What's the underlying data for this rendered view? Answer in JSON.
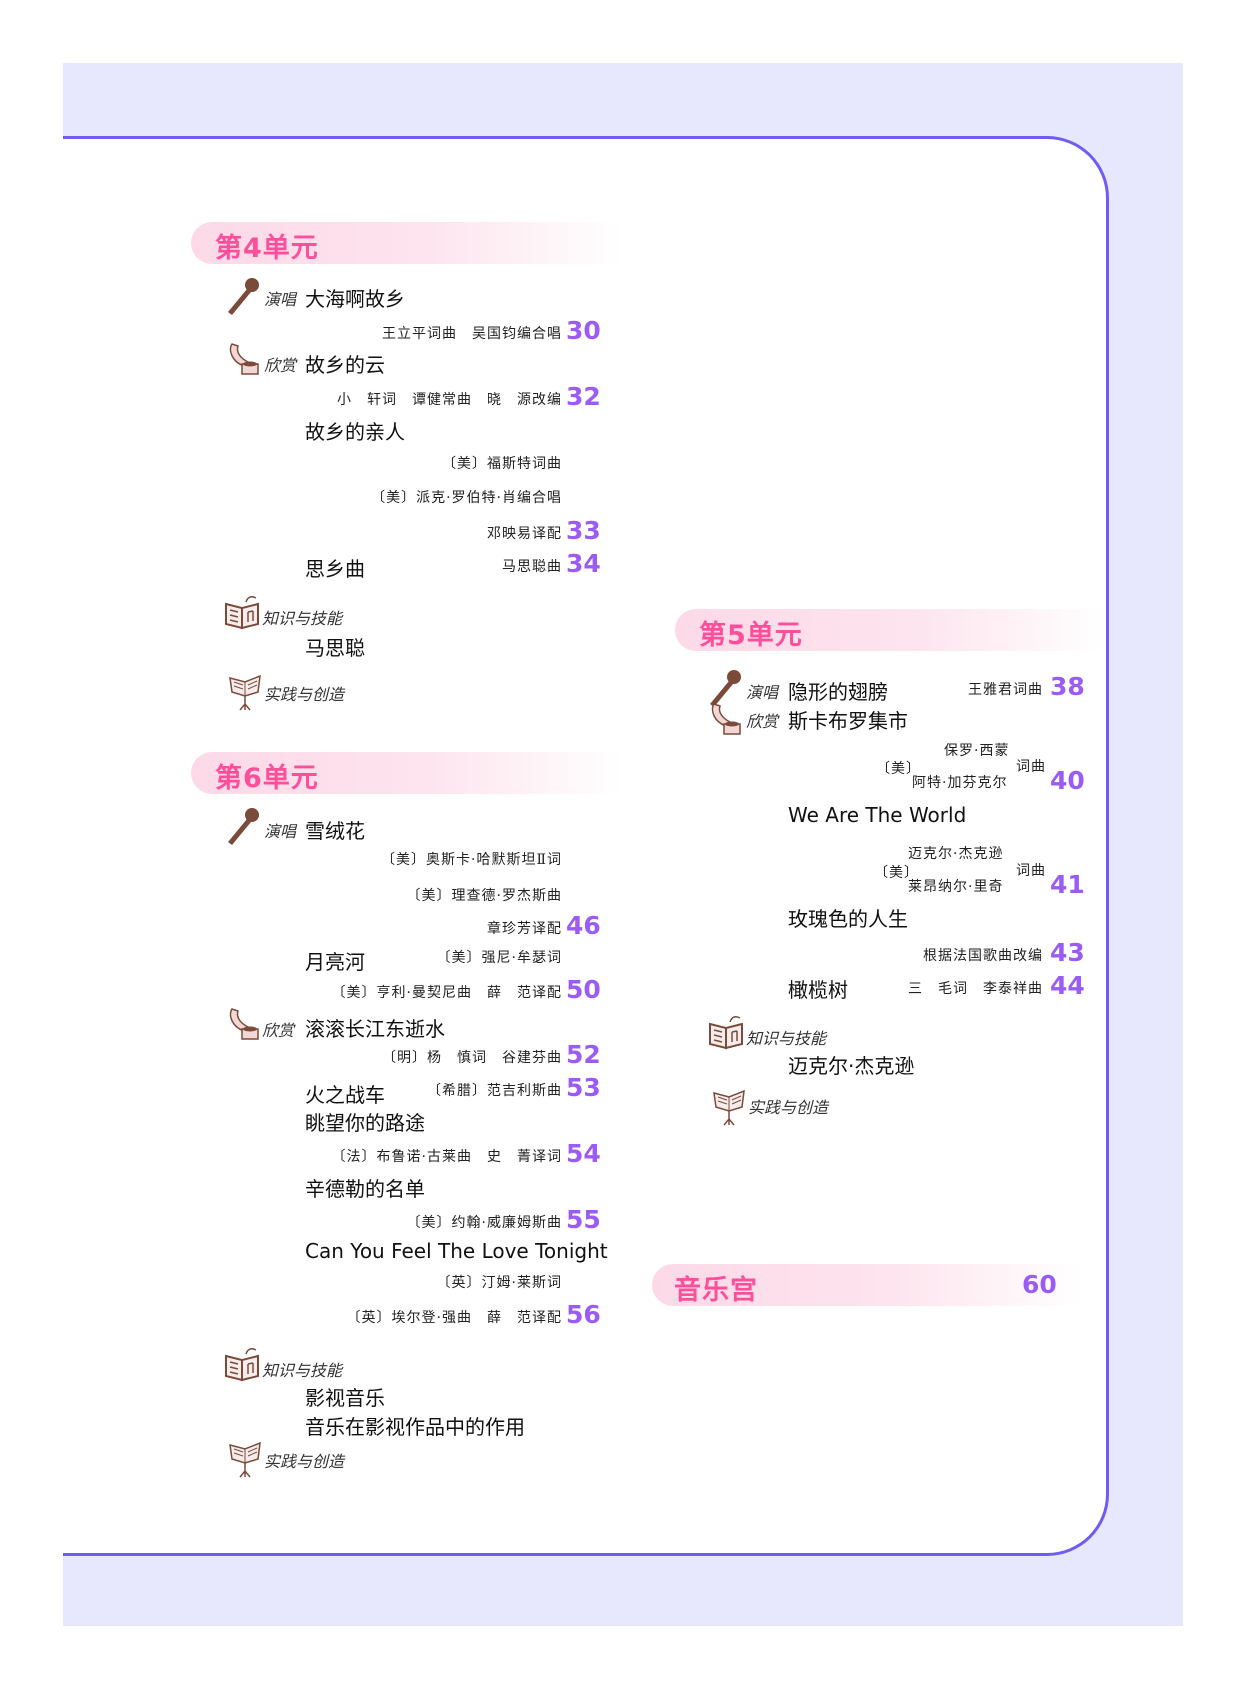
{
  "colors": {
    "accent_border": "#6f5cf2",
    "background": "#e7e7fd",
    "unit_title": "#ff4f9b",
    "page_number": "#9b5cf5",
    "icon_brown": "#7a4b3a"
  },
  "units": [
    {
      "title": "第4单元",
      "items": [
        {
          "category": "演唱",
          "icon": "microphone-icon",
          "song": "大海啊故乡",
          "credits": [
            "王立平词曲　吴国钧编合唱"
          ],
          "page": "30"
        },
        {
          "category": "欣赏",
          "icon": "gramophone-icon",
          "song": "故乡的云",
          "credits": [
            "小　轩词　谭健常曲　晓　源改编"
          ],
          "page": "32"
        },
        {
          "song": "故乡的亲人",
          "credits": [
            "〔美〕福斯特词曲",
            "〔美〕派克·罗伯特·肖编合唱",
            "邓映易译配"
          ],
          "page": "33"
        },
        {
          "song": "思乡曲",
          "credits": [
            "马思聪曲"
          ],
          "page": "34"
        },
        {
          "category": "知识与技能",
          "icon": "book-icon",
          "song": "马思聪"
        },
        {
          "category": "实践与创造",
          "icon": "music-stand-icon"
        }
      ]
    },
    {
      "title": "第6单元",
      "items": [
        {
          "category": "演唱",
          "icon": "microphone-icon",
          "song": "雪绒花",
          "credits": [
            "〔美〕奥斯卡·哈默斯坦Ⅱ词",
            "〔美〕理查德·罗杰斯曲",
            "章珍芳译配"
          ],
          "page": "46"
        },
        {
          "song": "月亮河",
          "credits": [
            "〔美〕强尼·牟瑟词",
            "〔美〕亨利·曼契尼曲　薛　范译配"
          ],
          "page": "50"
        },
        {
          "category": "欣赏",
          "icon": "gramophone-icon",
          "song": "滚滚长江东逝水",
          "credits": [
            "〔明〕杨　慎词　谷建芬曲"
          ],
          "page": "52"
        },
        {
          "song": "火之战车",
          "credits": [
            "〔希腊〕范吉利斯曲"
          ],
          "page": "53"
        },
        {
          "song": "眺望你的路途",
          "credits": [
            "〔法〕布鲁诺·古莱曲　史　菁译词"
          ],
          "page": "54"
        },
        {
          "song": "辛德勒的名单",
          "credits": [
            "〔美〕约翰·威廉姆斯曲"
          ],
          "page": "55"
        },
        {
          "song": "Can You Feel The Love Tonight",
          "credits": [
            "〔英〕汀姆·莱斯词",
            "〔英〕埃尔登·强曲　薛　范译配"
          ],
          "page": "56"
        },
        {
          "category": "知识与技能",
          "icon": "book-icon",
          "song": "影视音乐",
          "song2": "音乐在影视作品中的作用"
        },
        {
          "category": "实践与创造",
          "icon": "music-stand-icon"
        }
      ]
    },
    {
      "title": "第5单元",
      "items": [
        {
          "category": "演唱",
          "icon": "microphone-icon",
          "song": "隐形的翅膀",
          "credits": [
            "王雅君词曲"
          ],
          "page": "38"
        },
        {
          "category": "欣赏",
          "icon": "gramophone-icon",
          "song": "斯卡布罗集市",
          "credits": [
            "〔美〕",
            "保罗·西蒙",
            "阿特·加芬克尔",
            "词曲"
          ],
          "page": "40"
        },
        {
          "song": "We Are The World",
          "credits": [
            "〔美〕",
            "迈克尔·杰克逊",
            "莱昂纳尔·里奇",
            "词曲"
          ],
          "page": "41"
        },
        {
          "song": "玫瑰色的人生",
          "credits": [
            "根据法国歌曲改编"
          ],
          "page": "43"
        },
        {
          "song": "橄榄树",
          "credits": [
            "三　毛词　李泰祥曲"
          ],
          "page": "44"
        },
        {
          "category": "知识与技能",
          "icon": "book-icon",
          "song": "迈克尔·杰克逊"
        },
        {
          "category": "实践与创造",
          "icon": "music-stand-icon"
        }
      ]
    }
  ],
  "music_palace": {
    "title": "音乐宫",
    "page": "60"
  }
}
